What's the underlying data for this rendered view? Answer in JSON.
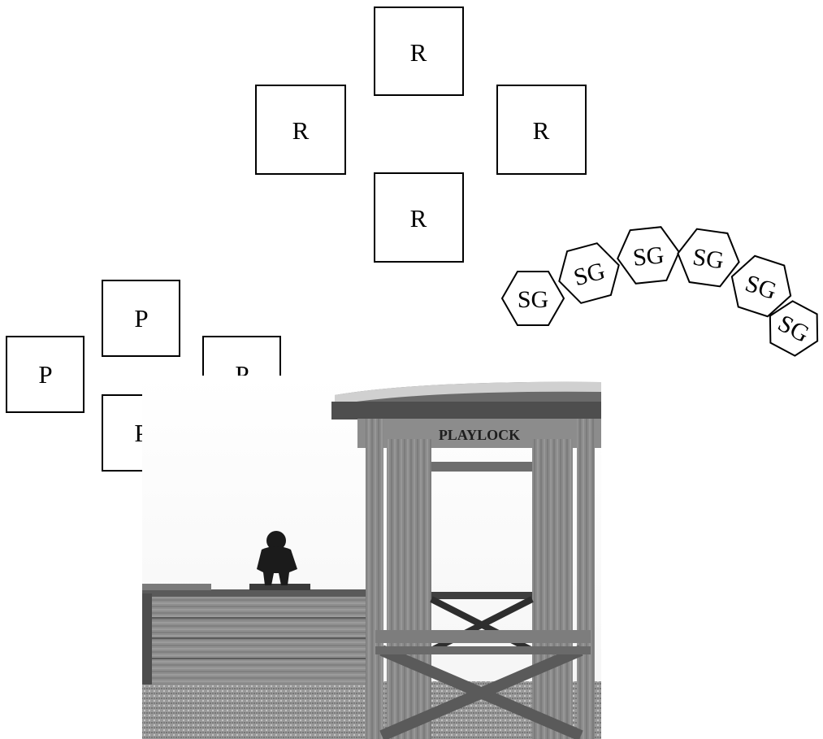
{
  "r_boxes": {
    "top": "R",
    "left": "R",
    "right": "R",
    "bottom": "R"
  },
  "p_boxes": {
    "top": "P",
    "left": "P",
    "right": "P",
    "bottom": "P"
  },
  "sg_hexagons": [
    "SG",
    "SG",
    "SG",
    "SG",
    "SG",
    "SG"
  ],
  "photo": {
    "sign_text": "PLAYLOCK",
    "description_icon": "wooden-shooting-range-tower-photo"
  },
  "colors": {
    "stroke": "#000000",
    "background": "#ffffff"
  }
}
